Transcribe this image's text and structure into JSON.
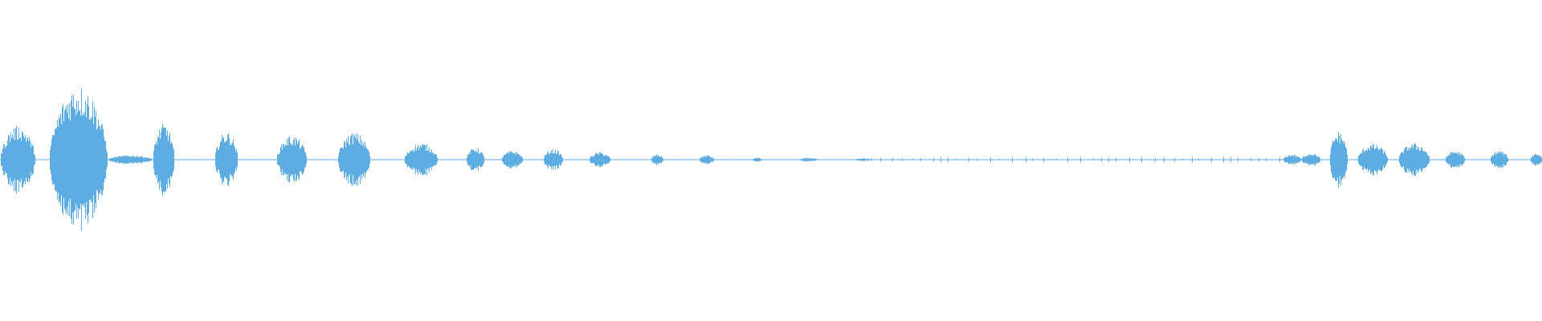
{
  "waveform": {
    "color": "#5dade2",
    "background": "#ffffff",
    "duration_fraction_note": "",
    "segments": [
      {
        "start": 0.0,
        "end": 0.023,
        "peak": 0.45
      },
      {
        "start": 0.032,
        "end": 0.07,
        "peak": 0.98
      },
      {
        "start": 0.07,
        "end": 0.099,
        "peak": 0.06
      },
      {
        "start": 0.099,
        "end": 0.113,
        "peak": 0.48
      },
      {
        "start": 0.139,
        "end": 0.154,
        "peak": 0.37
      },
      {
        "start": 0.179,
        "end": 0.199,
        "peak": 0.32
      },
      {
        "start": 0.219,
        "end": 0.24,
        "peak": 0.36
      },
      {
        "start": 0.262,
        "end": 0.284,
        "peak": 0.22
      },
      {
        "start": 0.302,
        "end": 0.314,
        "peak": 0.16
      },
      {
        "start": 0.325,
        "end": 0.339,
        "peak": 0.12
      },
      {
        "start": 0.352,
        "end": 0.365,
        "peak": 0.14
      },
      {
        "start": 0.382,
        "end": 0.396,
        "peak": 0.1
      },
      {
        "start": 0.422,
        "end": 0.43,
        "peak": 0.07
      },
      {
        "start": 0.453,
        "end": 0.463,
        "peak": 0.06
      },
      {
        "start": 0.488,
        "end": 0.494,
        "peak": 0.03
      },
      {
        "start": 0.518,
        "end": 0.53,
        "peak": 0.025
      },
      {
        "start": 0.554,
        "end": 0.565,
        "peak": 0.018
      },
      {
        "start": 0.832,
        "end": 0.844,
        "peak": 0.07
      },
      {
        "start": 0.844,
        "end": 0.856,
        "peak": 0.09
      },
      {
        "start": 0.862,
        "end": 0.874,
        "peak": 0.38
      },
      {
        "start": 0.88,
        "end": 0.9,
        "peak": 0.21
      },
      {
        "start": 0.907,
        "end": 0.927,
        "peak": 0.22
      },
      {
        "start": 0.937,
        "end": 0.95,
        "peak": 0.12
      },
      {
        "start": 0.966,
        "end": 0.978,
        "peak": 0.12
      },
      {
        "start": 0.992,
        "end": 1.0,
        "peak": 0.09
      }
    ],
    "quiet_ticks_start": 0.565,
    "quiet_ticks_end": 0.832,
    "baseline": 0.004
  }
}
